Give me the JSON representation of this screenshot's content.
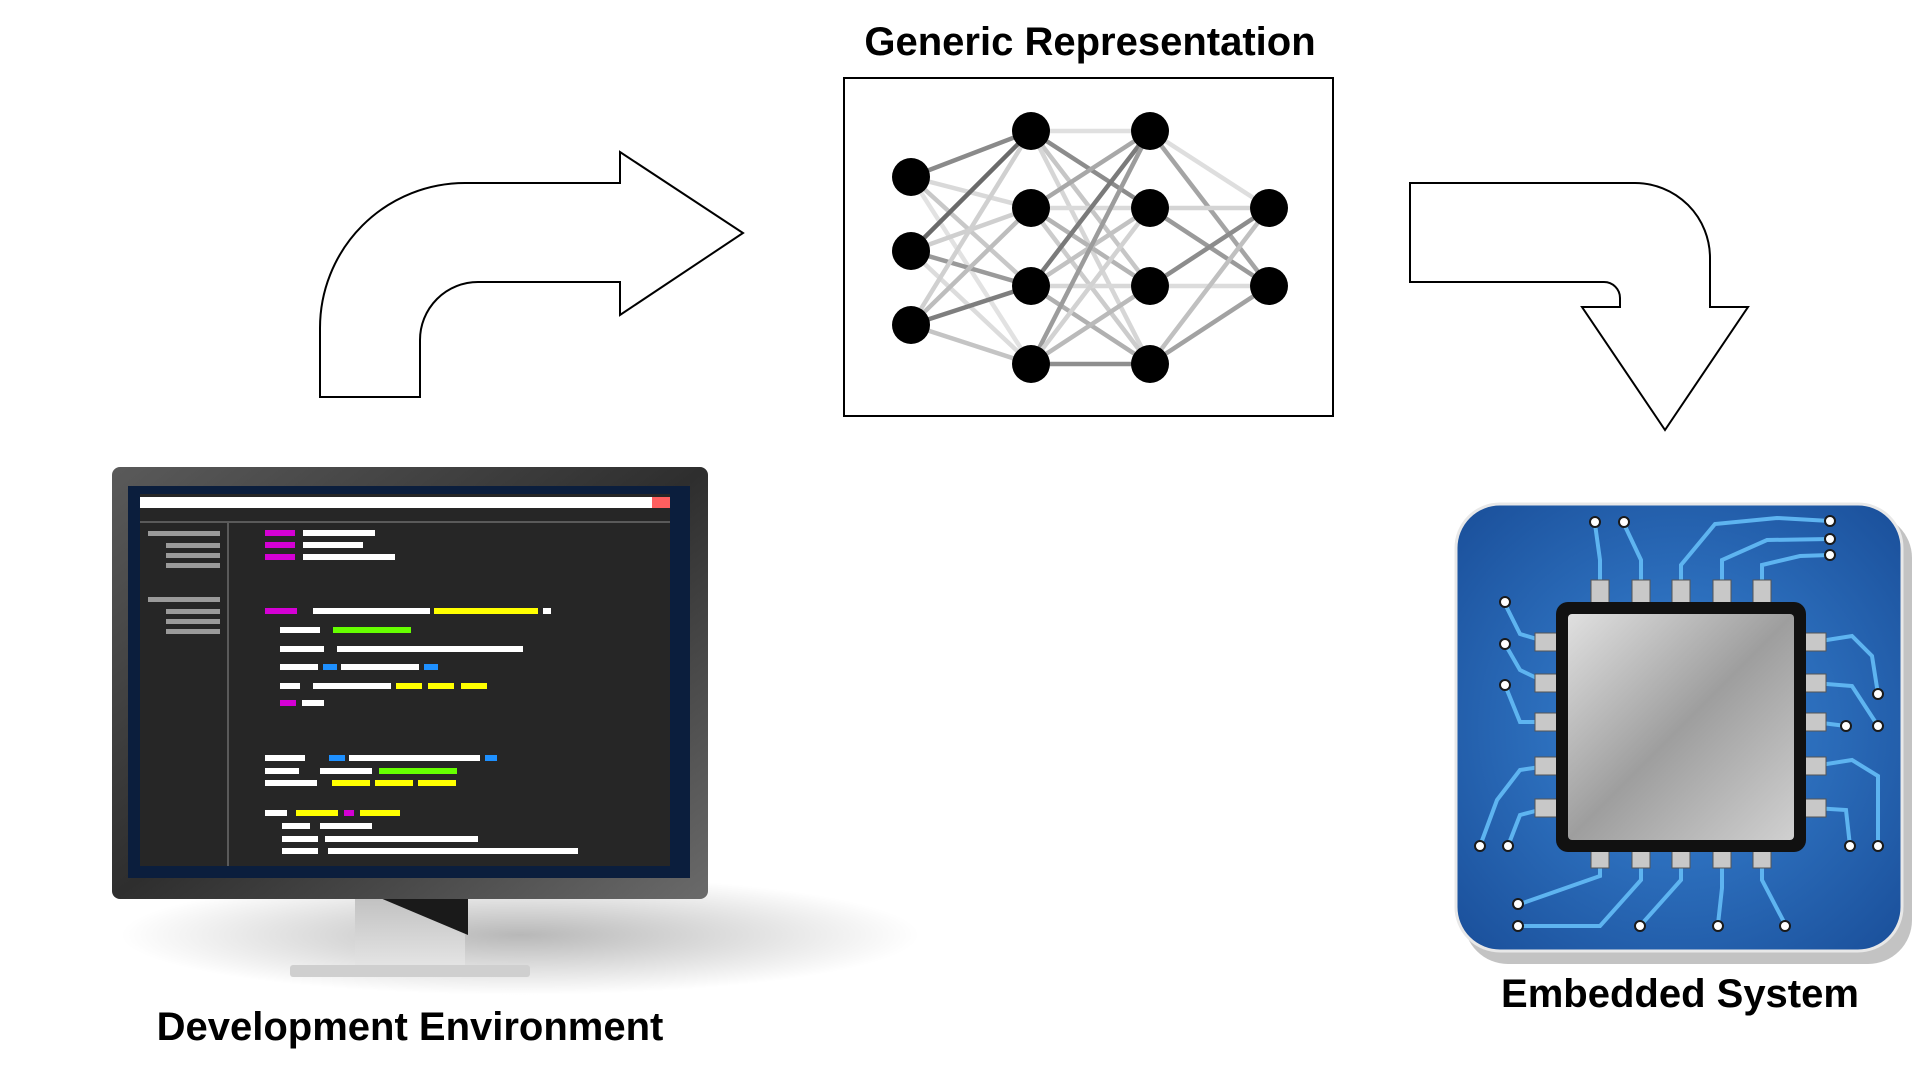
{
  "labels": {
    "generic_representation": "Generic Representation",
    "development_environment": "Development Environment",
    "embedded_system": "Embedded System"
  },
  "colors": {
    "arrow_stroke": "#000000",
    "node_fill": "#000000",
    "monitor_bezel": "#3a3a3a",
    "editor_bg": "#262626",
    "code_magenta": "#d400d4",
    "code_yellow": "#ffff00",
    "code_green": "#66ff00",
    "code_blue": "#1e90ff",
    "chip_board": "#1f5fb0",
    "chip_trace": "#5eb4f0",
    "chip_die": "#a9a9a9"
  },
  "icons": {
    "monitor": "monitor-icon",
    "neural_network": "neural-network-icon",
    "chip": "microchip-icon",
    "arrow_up_right": "curved-arrow-right-icon",
    "arrow_right_down": "curved-arrow-down-icon"
  }
}
